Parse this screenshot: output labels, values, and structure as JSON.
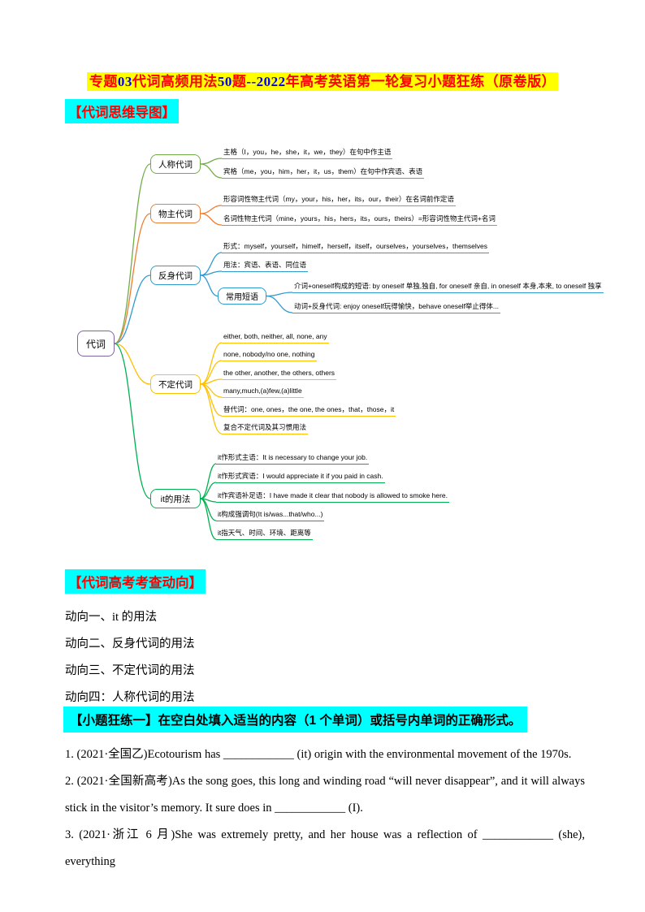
{
  "title": {
    "segments": [
      {
        "text": "专题",
        "color": "red"
      },
      {
        "text": "03",
        "color": "blue"
      },
      {
        "text": "代词高频用法",
        "color": "red"
      },
      {
        "text": "50",
        "color": "blue"
      },
      {
        "text": "题",
        "color": "red"
      },
      {
        "text": "--2022",
        "color": "blue"
      },
      {
        "text": "年高考英语第一轮复习小题狂练（原卷版）",
        "color": "red"
      }
    ],
    "highlight_color": "#ffff00"
  },
  "section_headers": {
    "mindmap": "【代词思维导图】",
    "trends": "【代词高考考查动向】",
    "practice": "【小题狂练一】在空白处填入适当的内容（1 个单词）或括号内单词的正确形式。",
    "highlight_color": "#00ffff",
    "header_text_color": "#ff0000"
  },
  "mindmap": {
    "root": {
      "label": "代词",
      "color": "#8064a2"
    },
    "branches": [
      {
        "label": "人称代词",
        "color": "#70ad47",
        "leaves": [
          "主格（I，you，he，she，it，we，they）在句中作主语",
          "宾格（me，you，him，her，it，us，them）在句中作宾语、表语"
        ]
      },
      {
        "label": "物主代词",
        "color": "#ed7d31",
        "leaves": [
          "形容词性物主代词（my，your，his，her，its，our，their）在名词前作定语",
          "名词性物主代词（mine，yours，his，hers，its，ours，theirs）=形容词性物主代词+名词"
        ]
      },
      {
        "label": "反身代词",
        "color": "#2e9ad0",
        "leaves": [
          "形式：myself，yourself，himelf，herself，itself，ourselves，yourselves，themselves",
          "用法：宾语、表语、同位语"
        ],
        "subnode": {
          "label": "常用短语",
          "leaves": [
            "介词+oneself构成的短语: by oneself 单独,独自, for oneself 亲自, in oneself 本身,本来, to oneself 独享",
            "动词+反身代词: enjoy oneself玩得愉快，behave oneself举止得体..."
          ]
        }
      },
      {
        "label": "不定代词",
        "color": "#ffc000",
        "leaves": [
          "either, both, neither, all, none, any",
          "none, nobody/no one, nothing",
          "the other, another, the others, others",
          "many,much,(a)few,(a)little",
          "替代词：one, ones，the one, the ones，that，those，it",
          "复合不定代词及其习惯用法"
        ]
      },
      {
        "label": "it的用法",
        "color": "#00b050",
        "leaves": [
          "it作形式主语：It is necessary to change your job.",
          "it作形式宾语：I would appreciate it if you paid in cash.",
          "it作宾语补足语：I have made it clear that nobody is allowed to smoke here.",
          "it构成强调句(It is/was...that/who...)",
          "it指天气、时间、环境、距离等"
        ]
      }
    ]
  },
  "trends": [
    "动向一、it 的用法",
    "动向二、反身代词的用法",
    "动向三、不定代词的用法",
    "动向四：人称代词的用法"
  ],
  "questions": [
    "1. (2021·全国乙)Ecotourism has ____________ (it) origin with the environmental movement of the 1970s.",
    "2. (2021·全国新高考)As the song goes, this long and winding road “will never disappear”, and it will always stick in the visitor’s memory. It sure does in ____________ (I).",
    "3. (2021·浙江 6 月)She was extremely pretty, and her house was a reflection of ____________ (she), everything"
  ]
}
